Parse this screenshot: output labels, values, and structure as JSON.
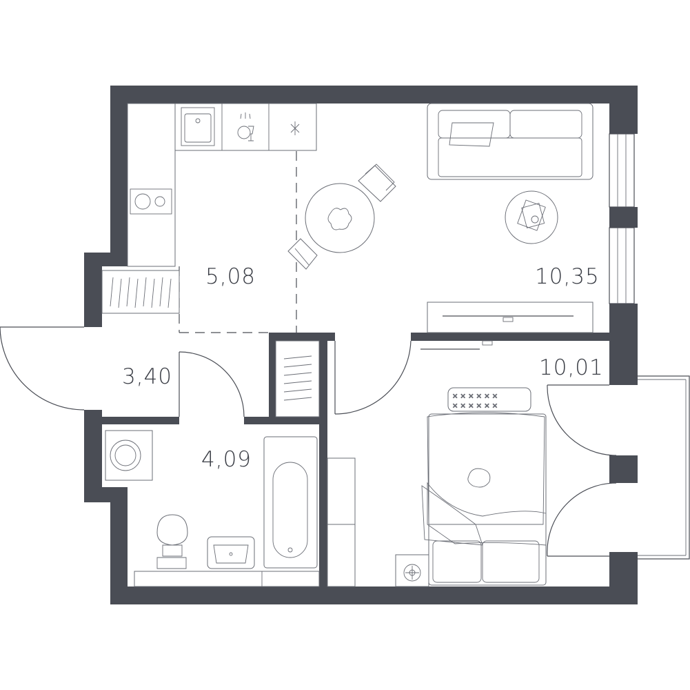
{
  "rooms": [
    {
      "id": "kitchen",
      "area": "5,08"
    },
    {
      "id": "living",
      "area": "10,35"
    },
    {
      "id": "bedroom",
      "area": "10,01"
    },
    {
      "id": "hall",
      "area": "3,40"
    },
    {
      "id": "bathroom",
      "area": "4,09"
    }
  ],
  "colors": {
    "wall": "#4a4d55",
    "line": "#6a6d75",
    "background": "#ffffff"
  }
}
